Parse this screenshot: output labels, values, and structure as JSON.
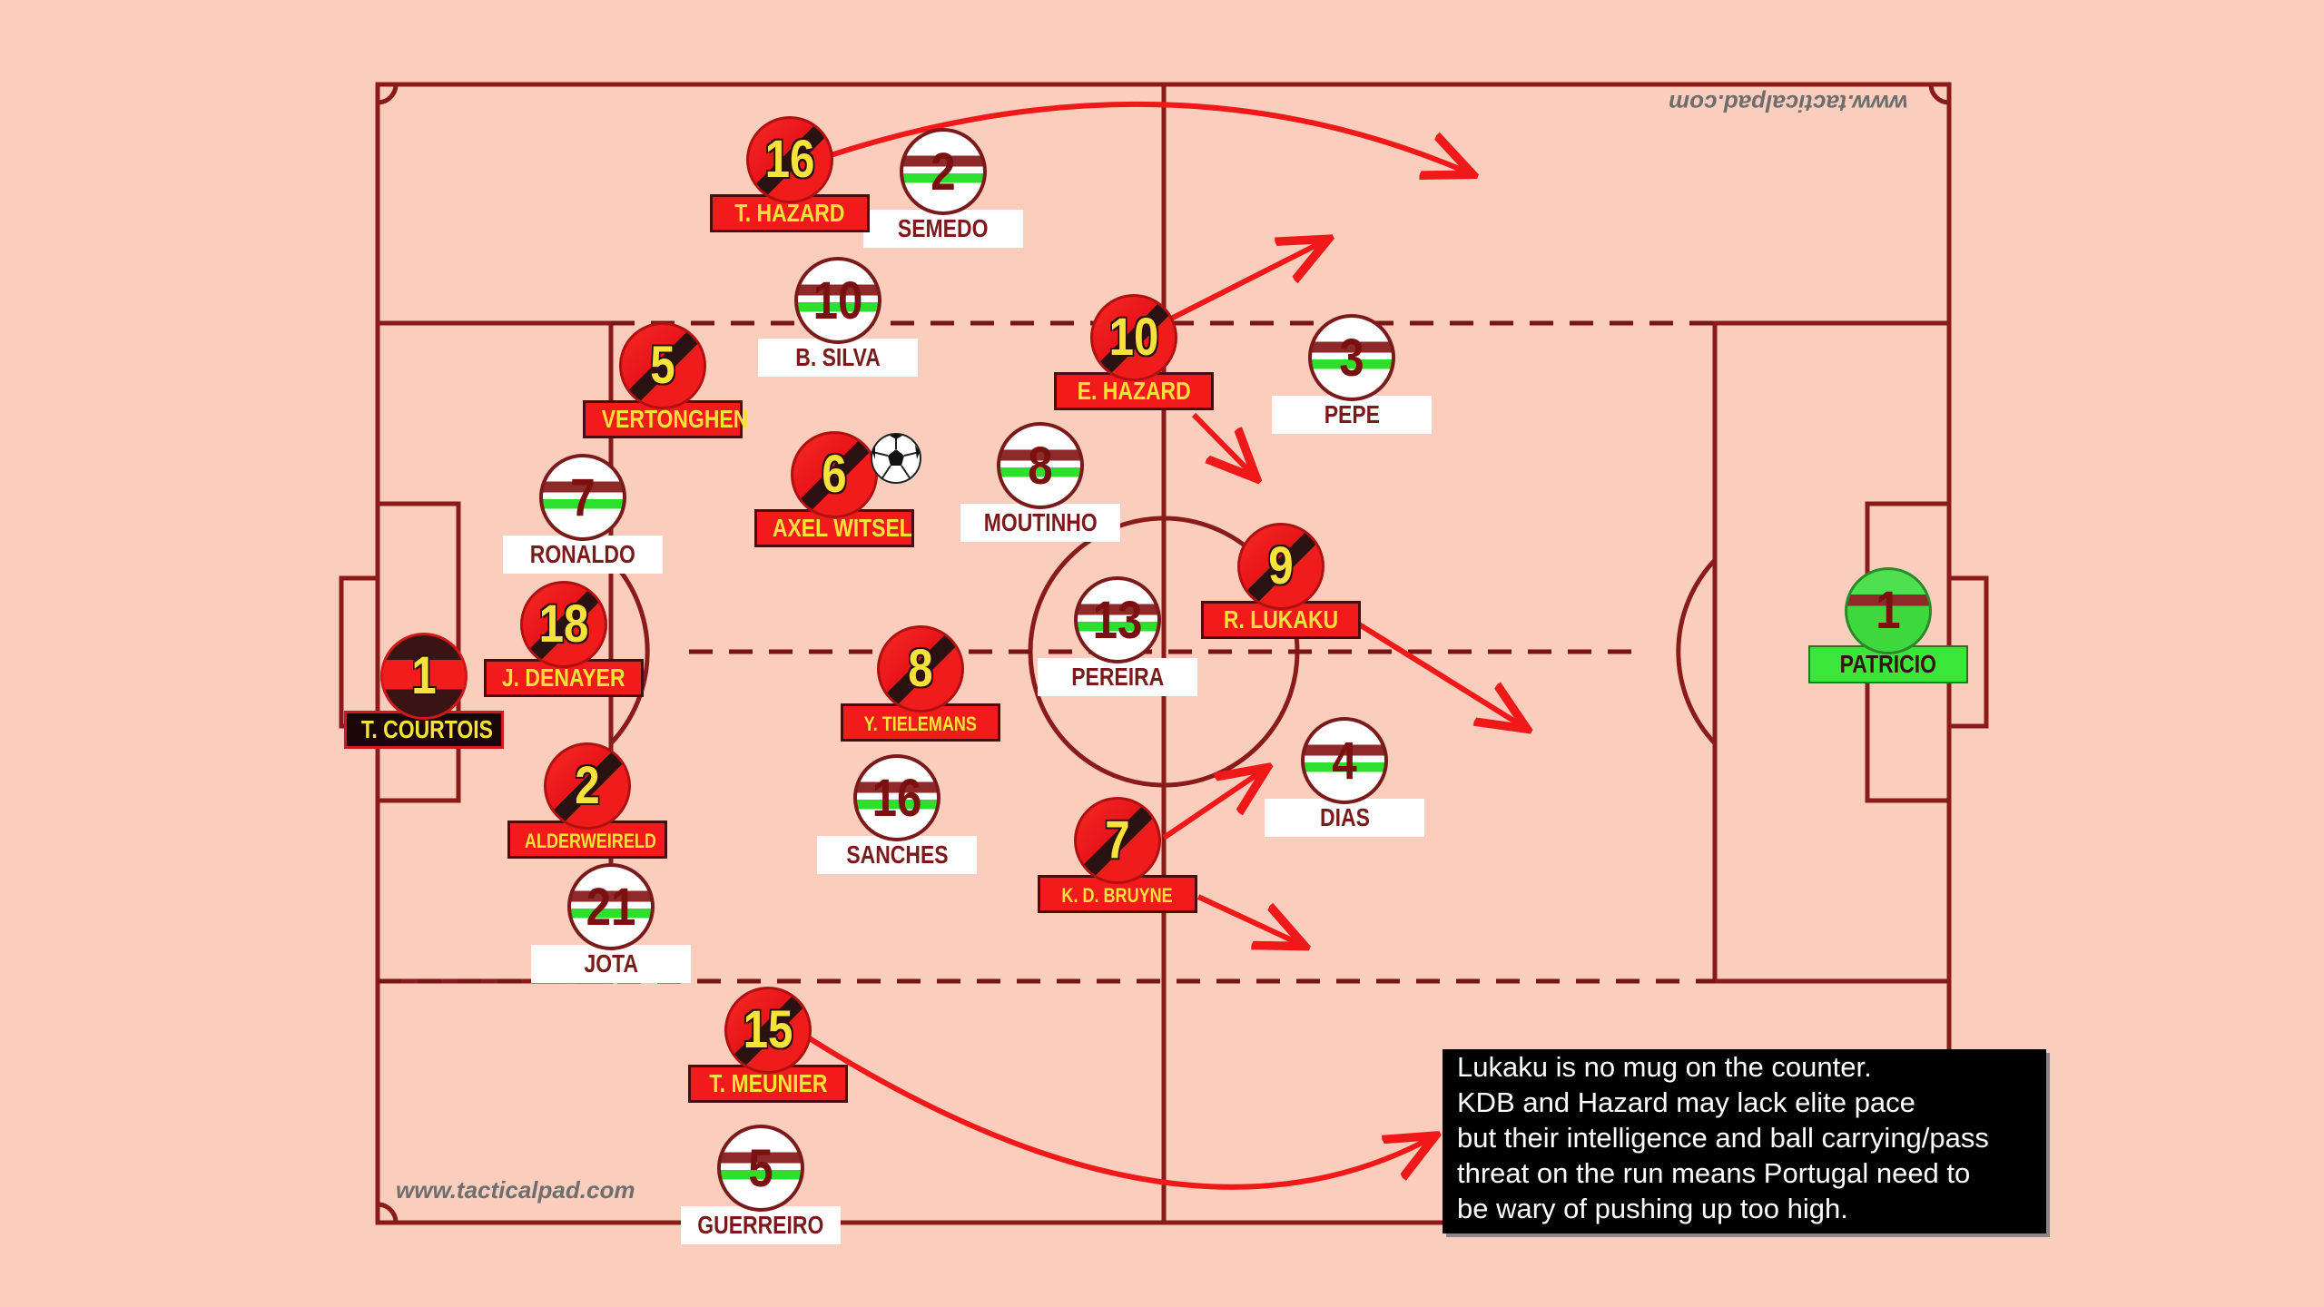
{
  "watermark": "www.tacticalpad.com",
  "caption": [
    "Lukaku is no mug on the counter.",
    "KDB and Hazard may lack elite pace",
    "but their intelligence and ball carrying/pass",
    "threat on the run means Portugal need to",
    "be wary of pushing up too high."
  ],
  "colors": {
    "pitch_bg": "#fbcdbd",
    "lines": "#8b1a1a",
    "arrows": "#f01818",
    "belgium": "#f21a1a",
    "portugal": "#ffffff"
  },
  "players": [
    {
      "team": "portugal",
      "number": "2",
      "name": "SEMEDO"
    },
    {
      "team": "portugal",
      "number": "10",
      "name": "B. SILVA"
    },
    {
      "team": "portugal",
      "number": "3",
      "name": "PEPE"
    },
    {
      "team": "portugal",
      "number": "8",
      "name": "MOUTINHO"
    },
    {
      "team": "portugal",
      "number": "7",
      "name": "RONALDO"
    },
    {
      "team": "portugal",
      "number": "13",
      "name": "PEREIRA"
    },
    {
      "team": "portugal",
      "number": "16",
      "name": "SANCHES"
    },
    {
      "team": "portugal",
      "number": "4",
      "name": "DIAS"
    },
    {
      "team": "portugal",
      "number": "21",
      "name": "JOTA"
    },
    {
      "team": "portugal",
      "number": "5",
      "name": "GUERREIRO"
    },
    {
      "team": "portugal-gk",
      "number": "1",
      "name": "PATRICIO"
    },
    {
      "team": "belgium",
      "number": "16",
      "name": "T. HAZARD"
    },
    {
      "team": "belgium",
      "number": "5",
      "name": "VERTONGHEN"
    },
    {
      "team": "belgium",
      "number": "10",
      "name": "E. HAZARD"
    },
    {
      "team": "belgium",
      "number": "6",
      "name": "AXEL WITSEL"
    },
    {
      "team": "belgium",
      "number": "9",
      "name": "R. LUKAKU"
    },
    {
      "team": "belgium",
      "number": "18",
      "name": "J. DENAYER"
    },
    {
      "team": "belgium-gk",
      "number": "1",
      "name": "T. COURTOIS"
    },
    {
      "team": "belgium",
      "number": "8",
      "name": "Y. TIELEMANS"
    },
    {
      "team": "belgium",
      "number": "2",
      "name": "ALDERWEIRELD"
    },
    {
      "team": "belgium",
      "number": "7",
      "name": "K. D. BRUYNE"
    },
    {
      "team": "belgium",
      "number": "15",
      "name": "T. MEUNIER"
    }
  ]
}
